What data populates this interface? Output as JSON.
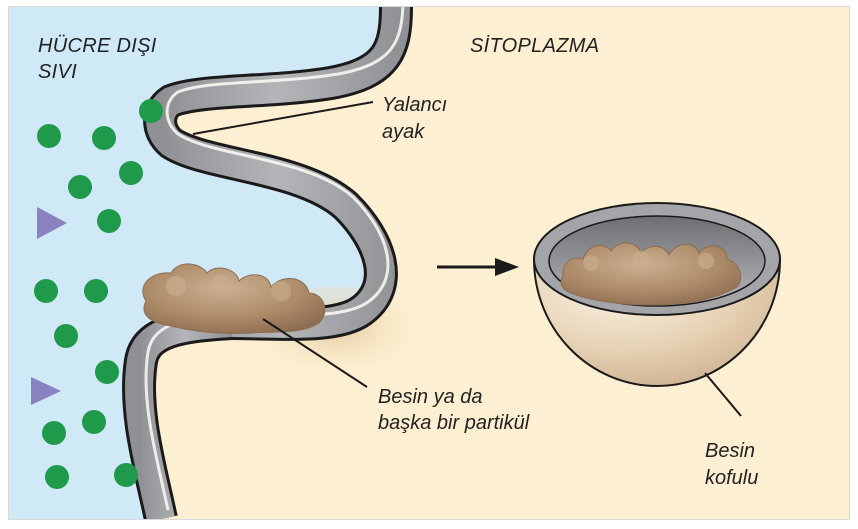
{
  "labels": {
    "outside_line1": "HÜCRE DIŞI",
    "outside_line2": "SIVI",
    "cytoplasm": "SİTOPLAZMA",
    "pseudopod_line1": "Yalancı",
    "pseudopod_line2": "ayak",
    "particle_line1": "Besin ya da",
    "particle_line2": "başka bir partikül",
    "vacuole_line1": "Besin",
    "vacuole_line2": "kofulu"
  },
  "colors": {
    "extracellular_fluid": "#cfe9f7",
    "cytoplasm": "#fdf0d2",
    "membrane_fill": "#a3a5a8",
    "membrane_outline": "#1a1a1a",
    "food_particle": "#b08e6c",
    "green_molecule": "#1e9a4a",
    "purple_molecule": "#8a82c0",
    "vacuole_body": "#e7d3b5"
  },
  "icons": {
    "arrow": "right-arrow-icon",
    "green_dot": "circle-molecule-icon",
    "purple_triangle": "triangle-molecule-icon"
  }
}
